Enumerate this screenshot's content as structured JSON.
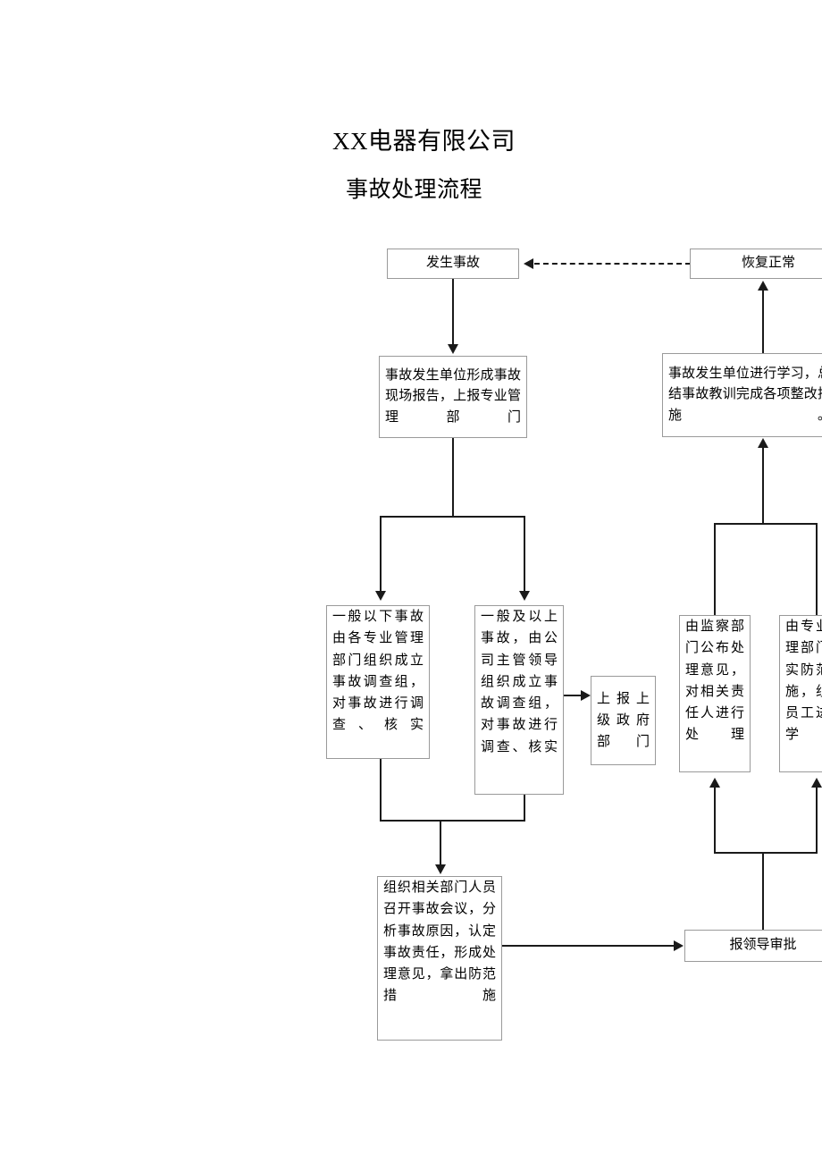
{
  "document": {
    "title_company": "XX电器有限公司",
    "title_process": "事故处理流程"
  },
  "chart_data": {
    "type": "diagram",
    "diagram_type": "flowchart",
    "title": "事故处理流程",
    "nodes": [
      {
        "id": "accident",
        "label": "发生事故"
      },
      {
        "id": "recovery",
        "label": "恢复正常"
      },
      {
        "id": "site_report",
        "label": "事故发生单位形成事故现场报告，上报专业管理部门"
      },
      {
        "id": "learn_summary",
        "label": "事故发生单位进行学习，总结事故教训完成各项整改措施。"
      },
      {
        "id": "minor",
        "label": "一般以下事故由各专业管理部门组织成立事故调查组，对事故进行调查、核实"
      },
      {
        "id": "major",
        "label": "一般及以上事故，由公司主管领导组织成立事故调查组，对事故进行调查、核实"
      },
      {
        "id": "report_gov",
        "label": "上报上级政府部门"
      },
      {
        "id": "supervision",
        "label": "由监察部门公布处理意见，对相关责任人进行处理"
      },
      {
        "id": "prevention",
        "label": "由专业管理部门落实防范措施，组织员工进行学习"
      },
      {
        "id": "meeting",
        "label": "组织相关部门人员召开事故会议，分析事故原因，认定事故责任，形成处理意见，拿出防范措施"
      },
      {
        "id": "approval",
        "label": "报领导审批"
      }
    ],
    "edges": [
      {
        "from": "accident",
        "to": "site_report",
        "style": "solid",
        "direction": "down"
      },
      {
        "from": "site_report",
        "to": "minor",
        "style": "solid",
        "direction": "down"
      },
      {
        "from": "site_report",
        "to": "major",
        "style": "solid",
        "direction": "down"
      },
      {
        "from": "major",
        "to": "report_gov",
        "style": "solid",
        "direction": "right"
      },
      {
        "from": "minor",
        "to": "meeting",
        "style": "solid",
        "direction": "down"
      },
      {
        "from": "major",
        "to": "meeting",
        "style": "solid",
        "direction": "down"
      },
      {
        "from": "meeting",
        "to": "approval",
        "style": "solid",
        "direction": "right"
      },
      {
        "from": "approval",
        "to": "supervision",
        "style": "solid",
        "direction": "up"
      },
      {
        "from": "approval",
        "to": "prevention",
        "style": "solid",
        "direction": "up"
      },
      {
        "from": "supervision",
        "to": "learn_summary",
        "style": "solid",
        "direction": "up"
      },
      {
        "from": "prevention",
        "to": "learn_summary",
        "style": "solid",
        "direction": "up"
      },
      {
        "from": "learn_summary",
        "to": "recovery",
        "style": "solid",
        "direction": "up"
      },
      {
        "from": "recovery",
        "to": "accident",
        "style": "dash-dot",
        "direction": "left"
      }
    ],
    "colors": {
      "box_border": "#9a9a9a",
      "box_fill": "#ffffff",
      "connector": "#1a1a1a",
      "text": "#000000"
    }
  }
}
